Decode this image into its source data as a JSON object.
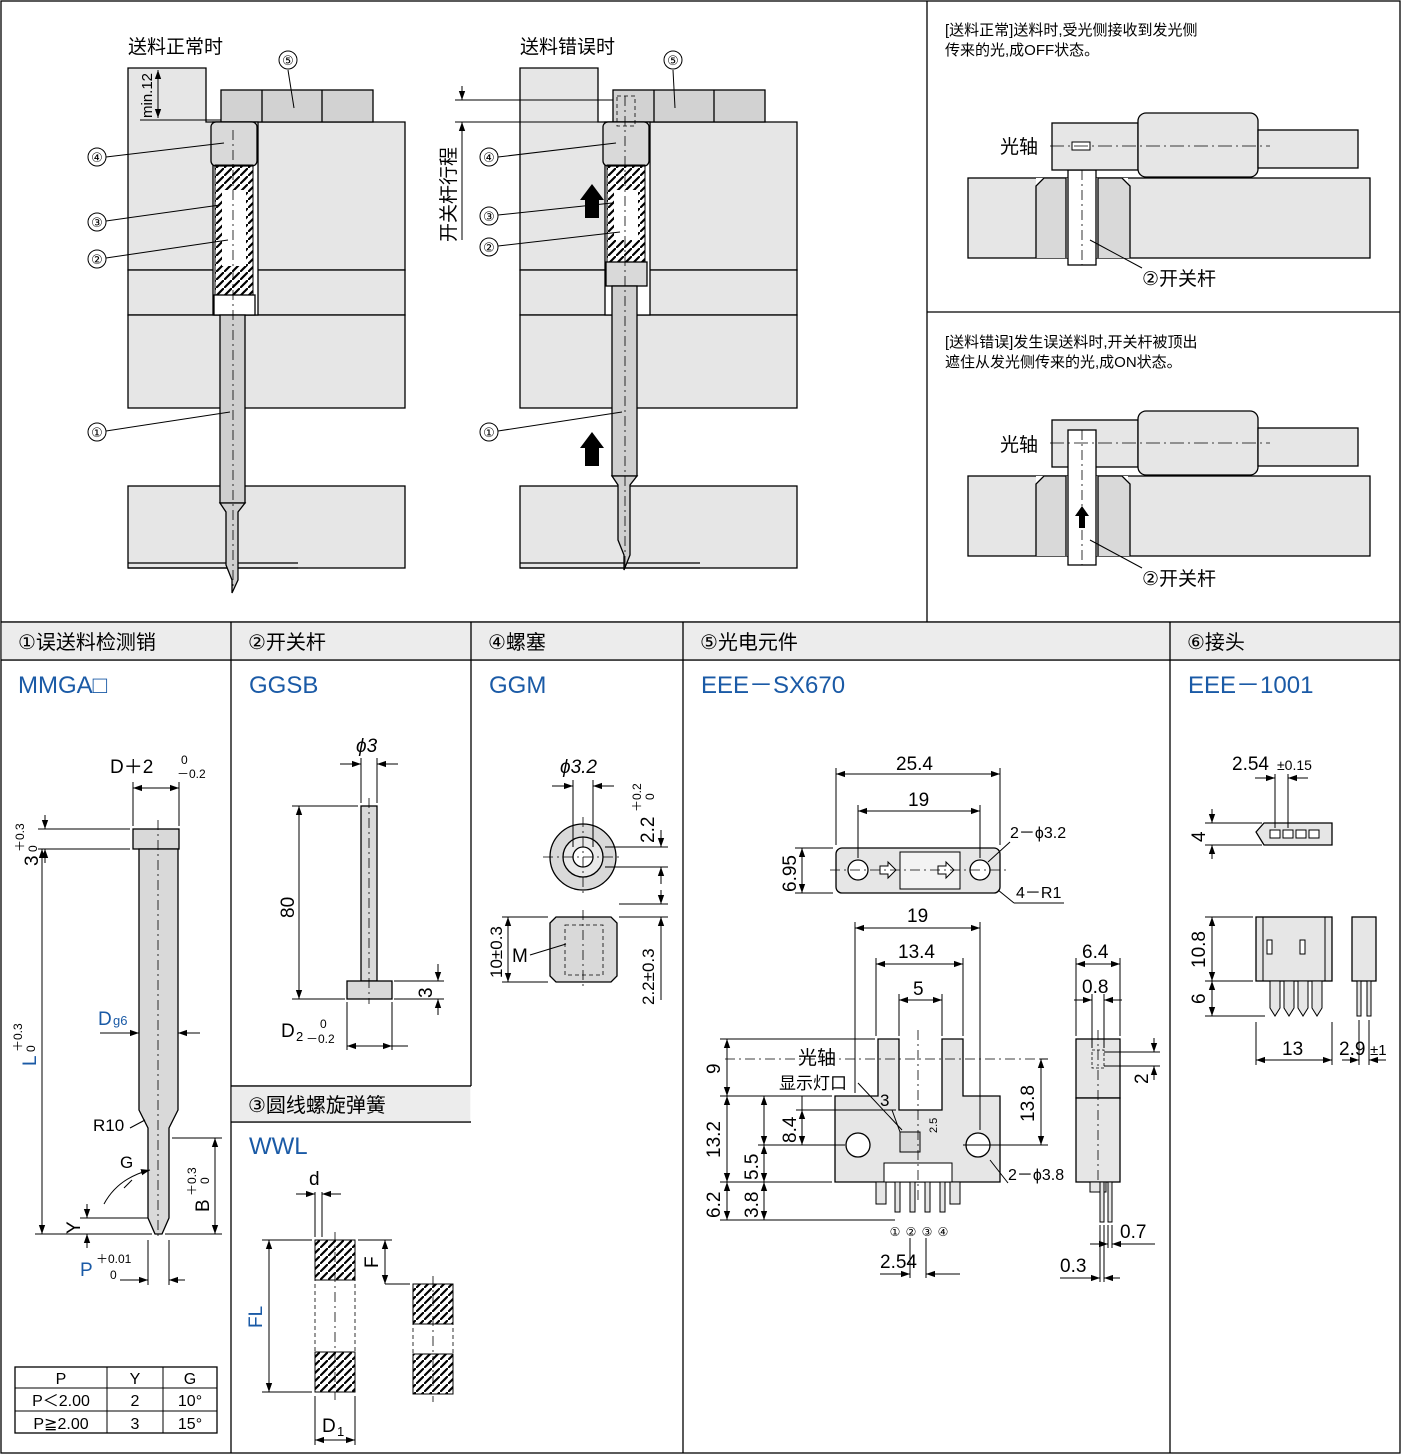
{
  "top": {
    "normal_title": "送料正常时",
    "error_title": "送料错误时",
    "min_label": "min.12",
    "stroke_label": "开关杆行程",
    "callouts": [
      "①",
      "②",
      "③",
      "④",
      "⑤"
    ],
    "normal_desc": [
      "[送料正常]送料时,受光侧接收到发光侧",
      "传来的光,成OFF状态。"
    ],
    "error_desc": [
      "[送料错误]发生误送料时,开关杆被顶出",
      "遮住从发光侧传来的光,成ON状态。"
    ],
    "optical_axis": "光轴",
    "switch_rod": "②开关杆"
  },
  "sections": {
    "s1": {
      "header": "①误送料检测销",
      "code": "MMGA□"
    },
    "s2": {
      "header": "②开关杆",
      "code": "GGSB"
    },
    "s3": {
      "header": "③圆线螺旋弹簧",
      "code": "WWL"
    },
    "s4": {
      "header": "④螺塞",
      "code": "GGM"
    },
    "s5": {
      "header": "⑤光电元件",
      "code": "EEE－SX670"
    },
    "s6": {
      "header": "⑥接头",
      "code": "EEE－1001"
    }
  },
  "mmga": {
    "d_tol": "D＋2",
    "d_tol_up": "0",
    "d_tol_lo": "－0.2",
    "head": "3",
    "head_up": "＋0.3",
    "head_lo": "0",
    "L": "L",
    "L_up": "＋0.3",
    "L_lo": "0",
    "Dg6_main": "D",
    "Dg6_sub": "g6",
    "R10": "R10",
    "G": "G",
    "B": "B",
    "B_up": "＋0.3",
    "B_lo": "0",
    "Y": "Y",
    "P": "P",
    "P_up": "＋0.01",
    "P_lo": "0",
    "table": {
      "headers": [
        "P",
        "Y",
        "G"
      ],
      "rows": [
        [
          "P＜2.00",
          "2",
          "10°"
        ],
        [
          "P≧2.00",
          "3",
          "15°"
        ]
      ]
    }
  },
  "ggsb": {
    "phi": "ϕ3",
    "len": "80",
    "head": "3",
    "d2": "D",
    "d2_sub": "2",
    "d2_up": "0",
    "d2_lo": "－0.2"
  },
  "wwl": {
    "d": "d",
    "F": "F",
    "FL": "FL",
    "D1": "D",
    "D1_sub": "1"
  },
  "ggm": {
    "phi": "ϕ3.2",
    "depth": "2.2",
    "depth_up": "＋0.2",
    "depth_lo": "0",
    "len": "10±0.3",
    "M": "M",
    "b": "2.2±0.3"
  },
  "sx670": {
    "d254": "25.4",
    "d19a": "19",
    "hole2": "2－ϕ3.2",
    "d695": "6.95",
    "r1": "4－R1",
    "d19b": "19",
    "d134": "13.4",
    "d5": "5",
    "axis": "光轴",
    "lamp": "显示灯口",
    "d9": "9",
    "d132": "13.2",
    "d84": "8.4",
    "d3": "3",
    "d25": "2.5",
    "d138": "13.8",
    "d55": "5.5",
    "d38": "3.8",
    "d62": "6.2",
    "hole38": "2－ϕ3.8",
    "pins": [
      "①",
      "②",
      "③",
      "④"
    ],
    "pitch": "2.54",
    "d64": "6.4",
    "d08": "0.8",
    "d2": "2",
    "d07": "0.7",
    "d03": "0.3"
  },
  "e1001": {
    "pitch": "2.54",
    "pitch_tol": "±0.15",
    "d4": "4",
    "d108": "10.8",
    "d6": "6",
    "d13": "13",
    "d29": "2.9",
    "d29_tol": "±1"
  }
}
